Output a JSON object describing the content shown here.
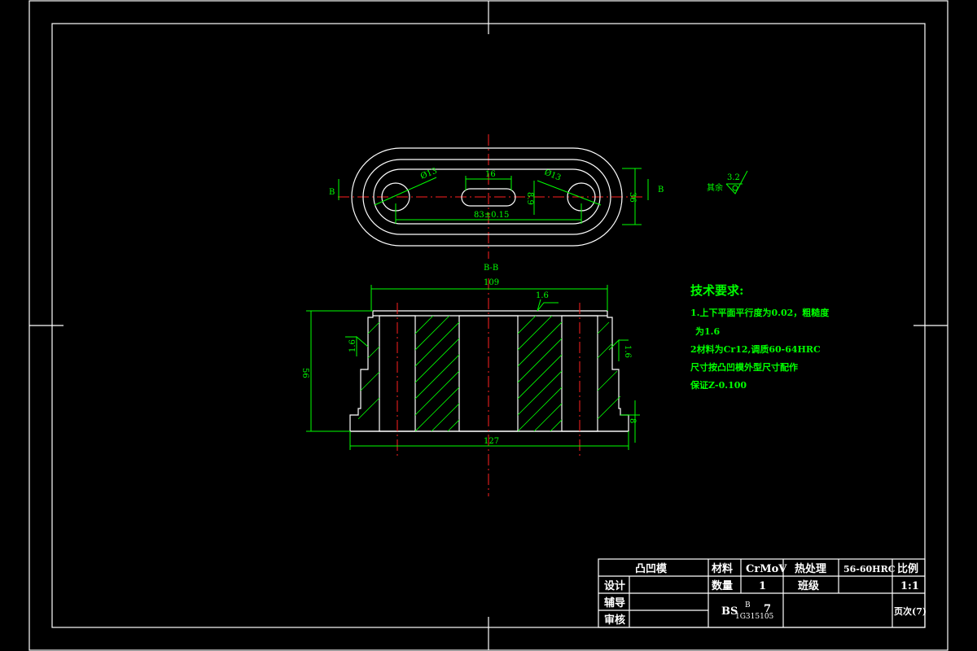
{
  "colors": {
    "background": "#000000",
    "outline": "#ffffff",
    "dimension": "#00ff00",
    "centerline": "#ff2020"
  },
  "top_view": {
    "section_marker_left": "B",
    "section_marker_right": "B",
    "dim_hole_left": "Ø13",
    "dim_hole_right": "Ø13",
    "dim_slot_length": "16",
    "dim_slot_width": "8.9",
    "dim_center_distance": "83±0.15",
    "dim_height": "36",
    "roughness_value": "3.2",
    "roughness_label": "其余"
  },
  "section_view": {
    "title": "B-B",
    "dim_top_width": "109",
    "dim_bottom_width": "127",
    "dim_height": "56",
    "dim_step": "8",
    "roughness_top": "1.6",
    "roughness_left": "1.6",
    "roughness_right": "1.6"
  },
  "tech_requirements": {
    "title": "技术要求:",
    "lines": [
      "1.上下平面平行度为0.02，粗糙度",
      "为1.6",
      "2材料为Cr12,调质60-64HRC",
      "尺寸按凸凹模外型尺寸配作",
      "保证Z-0.100"
    ]
  },
  "title_block": {
    "part_name": "凸凹模",
    "material_label": "材料",
    "material": "CrMoV",
    "heat_label": "热处理",
    "heat_value": "56-60HRC",
    "scale_label": "比例",
    "design_label": "设计",
    "qty_label": "数量",
    "qty": "1",
    "class_label": "班级",
    "scale": "1:1",
    "guide_label": "辅导",
    "review_label": "审核",
    "drawing_no_prefix": "BS",
    "drawing_no_sup": "B",
    "drawing_no_sub": "1G315105",
    "drawing_no_suffix": "7",
    "page_label": "页次(7)"
  }
}
